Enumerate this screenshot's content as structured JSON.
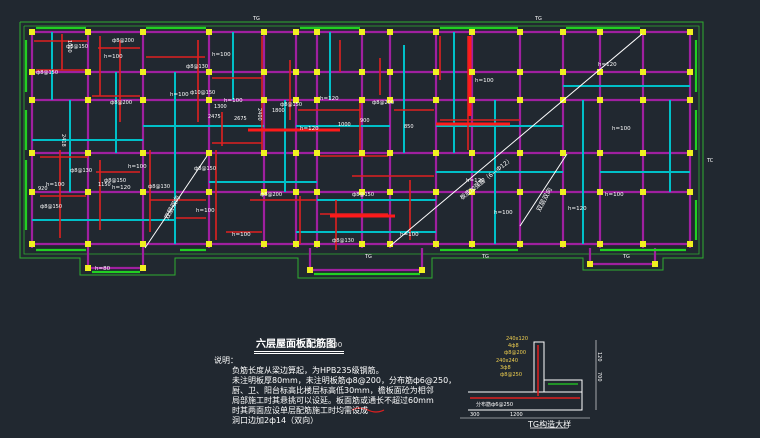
{
  "drawing": {
    "title": "六层屋面板配筋图",
    "scale": "1:100",
    "grid_tag": "TG",
    "right_edge_tag": "TC",
    "notes_heading": "说明：",
    "notes": [
      "负筋长度从梁边算起，为HPB235级钢筋。",
      "未注明板厚80mm，未注明板筋ф8@200，分布筋ф6@250，",
      "厨、卫、阳台标高比楼层标高低30mm，檐板面砼为相邻",
      "局部施工时其悬挑可以设延。板面筋或通长不超过60mm",
      "时其两面应设单层配筋施工时均需设成",
      "洞口边加2ф14（双向）"
    ],
    "detail_title": "TG构造大样",
    "slabs": [
      {
        "text": "h=100"
      },
      {
        "text": "h=100"
      },
      {
        "text": "h=100"
      },
      {
        "text": "h=120"
      },
      {
        "text": "h=100"
      },
      {
        "text": "h=100"
      },
      {
        "text": "h=100"
      },
      {
        "text": "h=100"
      },
      {
        "text": "h=120"
      },
      {
        "text": "h=120"
      },
      {
        "text": "h=100"
      },
      {
        "text": "h=100"
      },
      {
        "text": "h=120"
      },
      {
        "text": "h=100"
      },
      {
        "text": "h=100"
      },
      {
        "text": "h=120"
      },
      {
        "text": "h=120"
      },
      {
        "text": "h=100"
      },
      {
        "text": "h=80"
      },
      {
        "text": "h=100"
      }
    ],
    "rebars": [
      {
        "text": "ф8@150"
      },
      {
        "text": "ф8@200"
      },
      {
        "text": "ф8@130"
      },
      {
        "text": "ф10@150"
      },
      {
        "text": "ф8@150"
      },
      {
        "text": "ф8@200"
      },
      {
        "text": "ф8@130"
      },
      {
        "text": "ф8@150"
      },
      {
        "text": "ф8@150"
      },
      {
        "text": "ф8@130"
      },
      {
        "text": "ф8@150"
      },
      {
        "text": "ф8@150"
      },
      {
        "text": "ф8@200"
      },
      {
        "text": "ф8@150"
      },
      {
        "text": "ф8@200"
      },
      {
        "text": "ф8@130"
      }
    ],
    "dims": [
      "1000",
      "1150",
      "850",
      "2475",
      "2675",
      "2400",
      "2418",
      "920",
      "1000",
      "1300",
      "1800",
      "900"
    ],
    "diag_labels": [
      "双层双向",
      "双层双向",
      "板底加强筋（6—Ф12）"
    ],
    "detail_labels": [
      "240x120",
      "4ф8",
      "ф8@200",
      "700",
      "120",
      "1200",
      "分布筋ф6@250",
      "240x240",
      "3ф8",
      "ф8@250",
      "300"
    ],
    "colors": {
      "background": "#212830",
      "wall": "#a020a0",
      "beam": "#00c0c8",
      "rebar": "#e02020",
      "rebar_green": "#22d022",
      "column": "#f0f020",
      "text": "#ffffff",
      "outline": "#2fae2f"
    }
  }
}
